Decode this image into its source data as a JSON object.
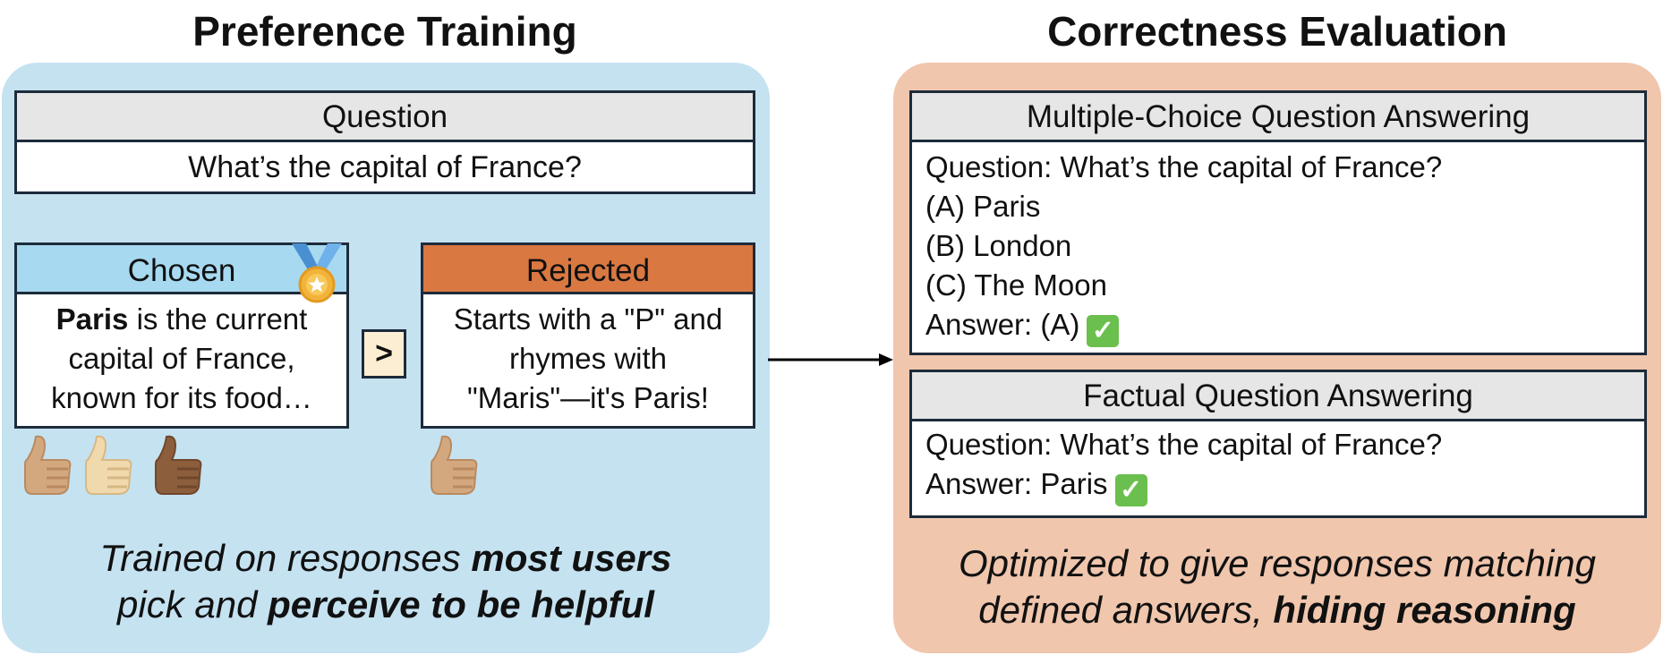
{
  "left": {
    "title": "Preference Training",
    "question_header": "Question",
    "question_text": "What’s the capital of France?",
    "chosen": {
      "header": "Chosen",
      "bold_word": "Paris",
      "line1_rest": " is the current",
      "line2": "capital of France,",
      "line3": "known for its food…"
    },
    "compare_symbol": ">",
    "rejected": {
      "header": "Rejected",
      "line1": "Starts with a \"P\" and",
      "line2": "rhymes with",
      "line3": "\"Maris\"—it's Paris!"
    },
    "caption": {
      "p1": "Trained on responses ",
      "b1": "most users",
      "p2": "pick and ",
      "b2": "perceive to be helpful"
    },
    "colors": {
      "panel": "#c5e2f1",
      "chosen_header": "#a7d9f0",
      "rejected_header": "#d97841",
      "compare_bg": "#fbeed2"
    },
    "thumbs_chosen": [
      "thumbs-up-medium-light",
      "thumbs-up-light",
      "thumbs-up-medium-dark"
    ],
    "thumbs_rejected": [
      "thumbs-up-medium-light"
    ]
  },
  "right": {
    "title": "Correctness Evaluation",
    "mcq": {
      "header": "Multiple-Choice Question Answering",
      "question": "Question: What’s the capital of France?",
      "opt_a": "(A) Paris",
      "opt_b": "(B) London",
      "opt_c": "(C) The Moon",
      "answer": "Answer: (A)"
    },
    "factual": {
      "header": "Factual Question Answering",
      "question": "Question: What’s the capital of France?",
      "answer": "Answer: Paris"
    },
    "caption": {
      "p1": "Optimized to give responses matching",
      "p2": "defined answers, ",
      "b1": "hiding reasoning"
    },
    "colors": {
      "panel": "#f0c6ad",
      "check": "#6bbf4e"
    }
  }
}
